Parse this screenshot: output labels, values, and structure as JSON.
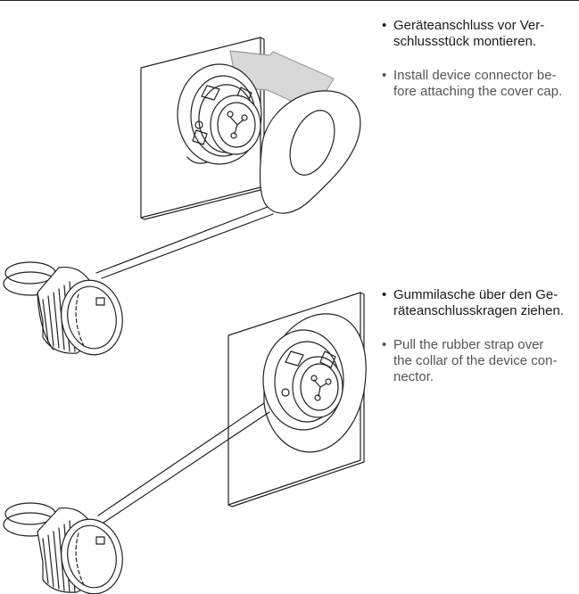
{
  "step1": {
    "de_lines": [
      "Geräteanschluss vor Ver-",
      "schlussstück montieren."
    ],
    "en_lines": [
      "Install device connector be-",
      "fore attaching the cover cap."
    ]
  },
  "step2": {
    "de_lines": [
      "Gummilasche über den Ge-",
      "räteanschlusskragen ziehen."
    ],
    "en_lines": [
      "Pull the rubber strap over",
      "the collar of the device con-",
      "nector."
    ]
  },
  "colors": {
    "line": "#222222",
    "arrow": "#d8d8d8",
    "panel": "#ffffff"
  },
  "icons": [
    "arrow-icon",
    "device-connector-icon",
    "cover-cap-icon",
    "rubber-strap-icon",
    "mounting-panel-icon"
  ]
}
